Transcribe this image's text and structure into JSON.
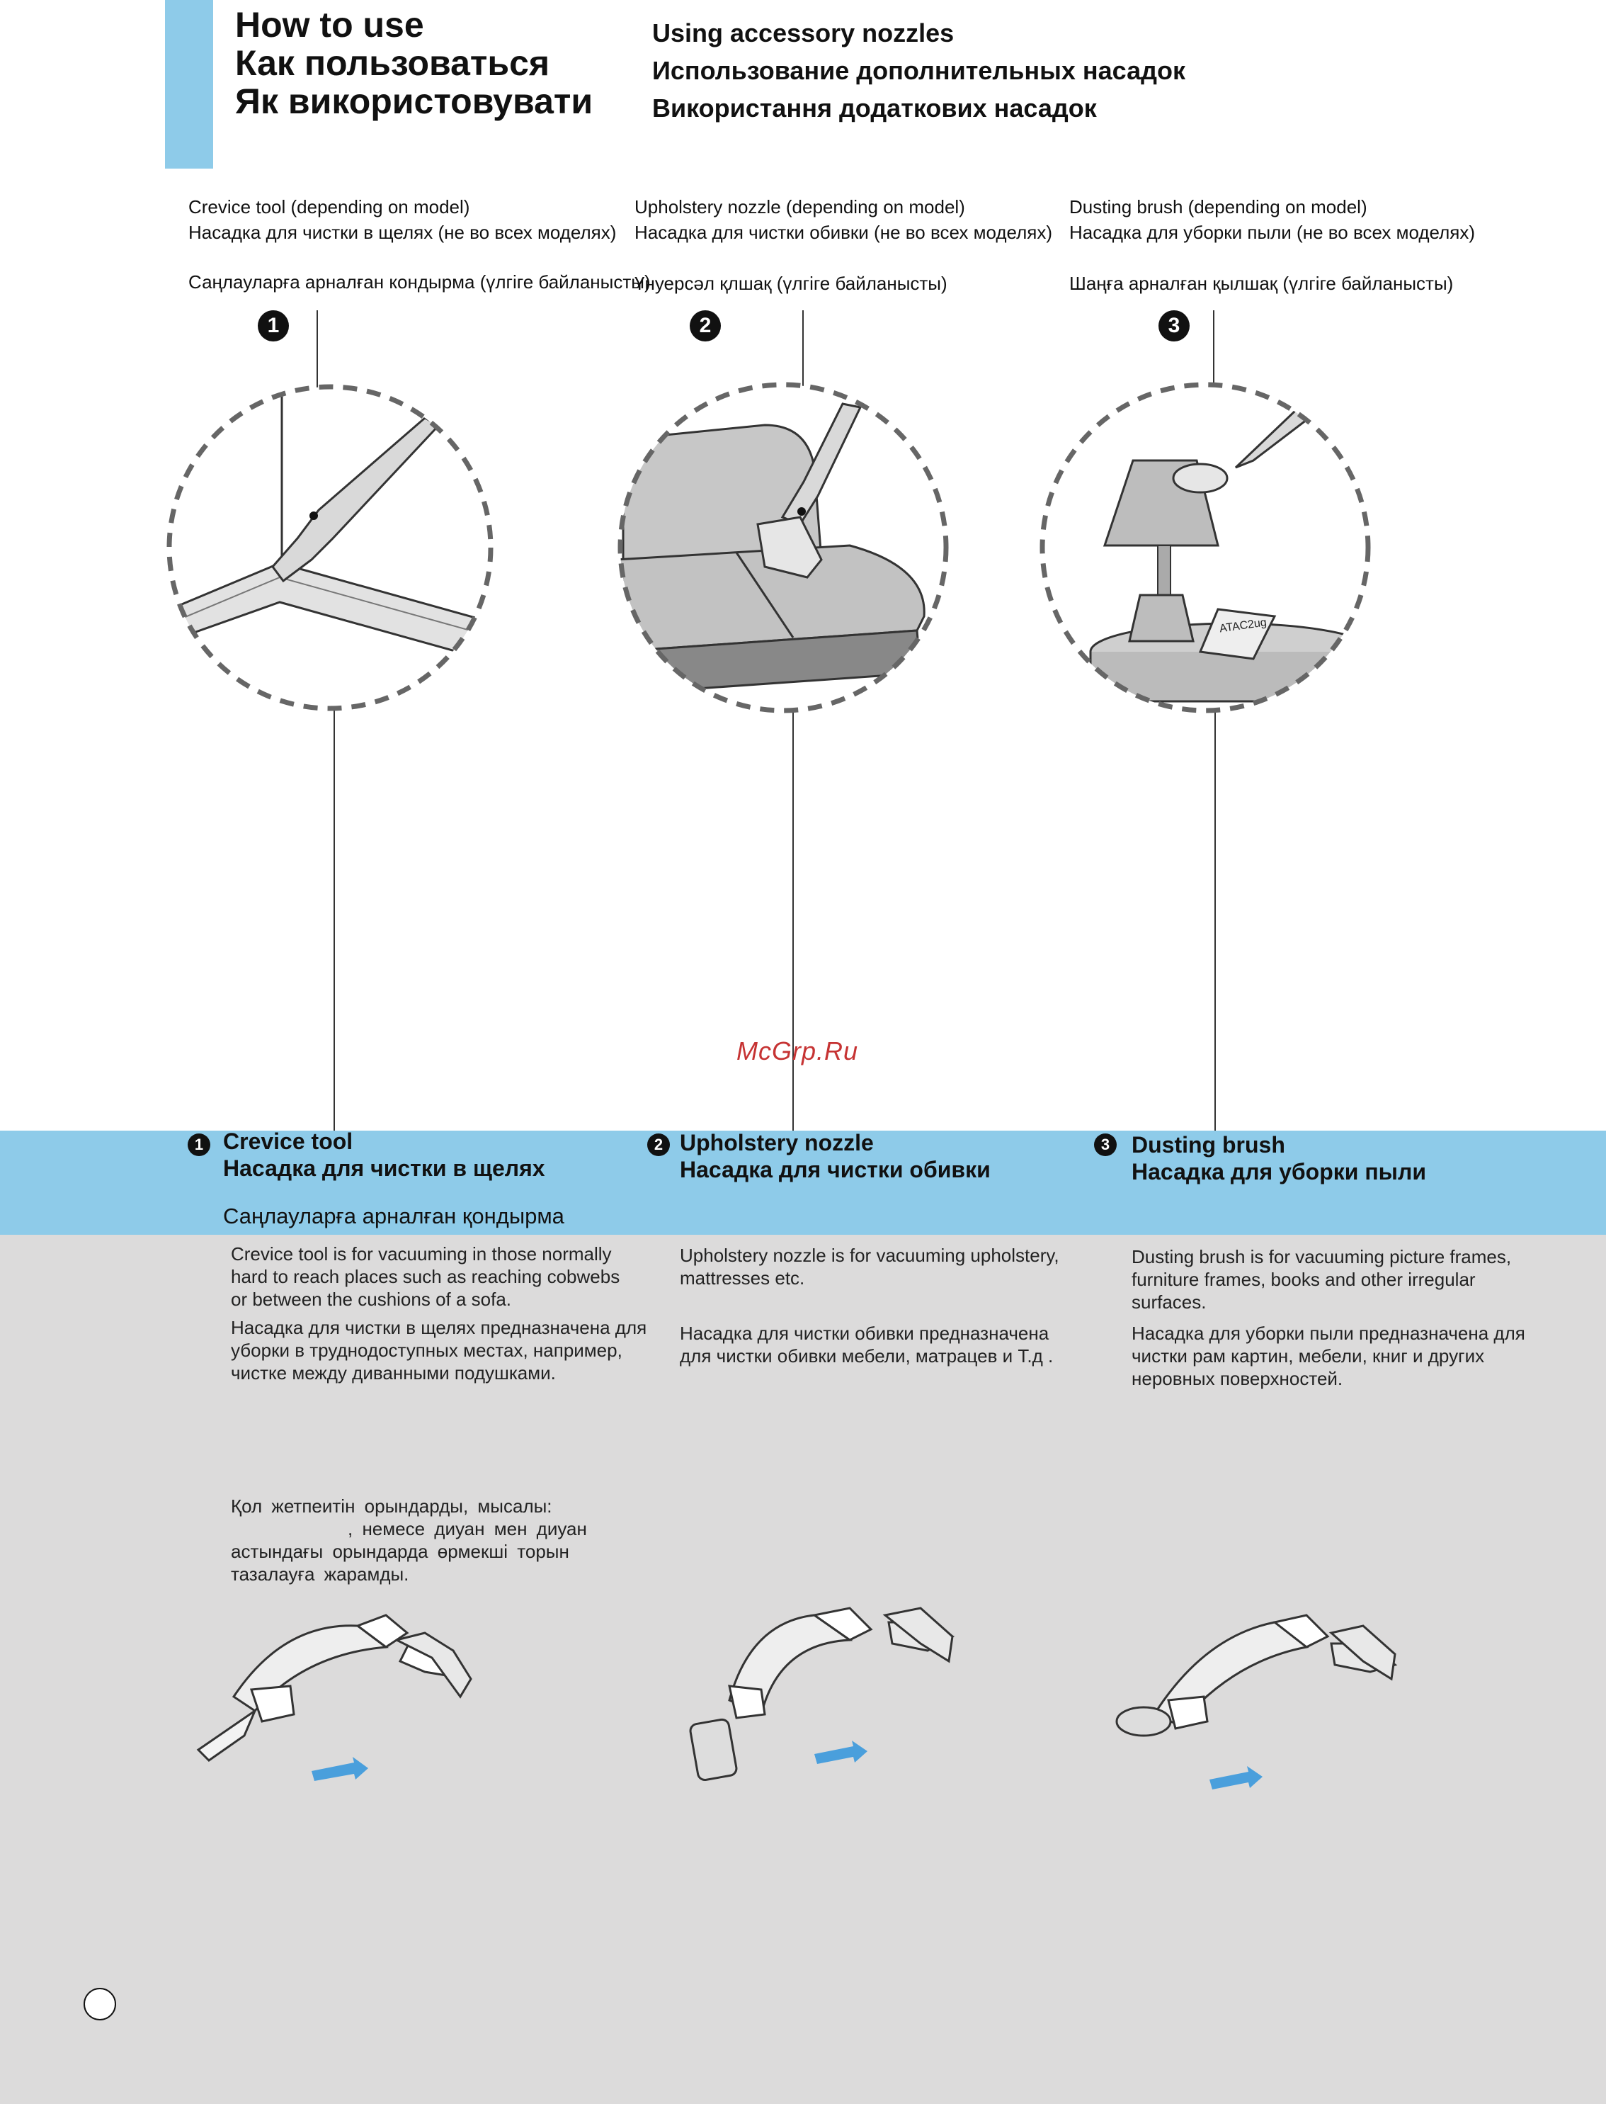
{
  "header": {
    "title_lines": [
      "How to use",
      "Как пользоваться",
      "Як використовувати"
    ],
    "subtitle_lines": [
      "Using accessory nozzles",
      "Использование дополнительных насадок",
      "Використання додаткових насадок"
    ]
  },
  "callouts": [
    {
      "number": "1",
      "label_en": "Crevice tool (depending on model)",
      "label_ru": "Насадка для чистки в щелях (не во всех моделях)",
      "label_kz": "Саңлауларға арналған кондырма (үлгіге байланысты)"
    },
    {
      "number": "2",
      "label_en": "Upholstery nozzle (depending on model)",
      "label_ru": "Насадка для чистки обивки (не во всех моделях)",
      "label_kz": "Үнуерсәл қлшақ (үлгіге байланысты)"
    },
    {
      "number": "3",
      "label_en": "Dusting brush (depending on model)",
      "label_ru": "Насадка для уборки пыли (не во всех моделях)",
      "label_kz": "Шаңға арналған қылшақ (үлгіге байланысты)"
    }
  ],
  "sections": [
    {
      "number": "1",
      "heading_en": "Crevice tool",
      "heading_ru": "Насадка для чистки в щелях",
      "heading_kz": "Саңлауларға арналған қондырма",
      "text_en": [
        "Crevice tool is for vacuuming in those normally",
        "hard to reach places such as reaching cobwebs",
        "or between the cushions of a sofa."
      ],
      "text_ru": [
        "Насадка для чистки в щелях предназначена для",
        "уборки в труднодоступных местах, например,",
        "чистке между диванными подушками."
      ],
      "text_kz": [
        "Қол жетпеитін орындарды, мысалы:",
        ", немесе диуан мен диуан",
        "астындағы орындарда өрмекші торын",
        "тазалауға жарамды."
      ]
    },
    {
      "number": "2",
      "heading_en": "Upholstery nozzle",
      "heading_ru": "Насадка для чистки обивки",
      "text_en": [
        "Upholstery nozzle is for vacuuming upholstery,",
        "mattresses etc."
      ],
      "text_ru": [
        "Насадка для чистки обивки предназначена",
        "для чистки обивки мебели, матрацев и Т.д ."
      ]
    },
    {
      "number": "3",
      "heading_en": "Dusting brush",
      "heading_ru": "Насадка для уборки пыли",
      "text_en": [
        "Dusting brush is for vacuuming picture frames,",
        "furniture frames, books and other irregular",
        "surfaces."
      ],
      "text_ru": [
        "Насадка для уборки пыли предназначена для",
        "чистки рам картин, мебели, книг и других",
        "неровных поверхностей."
      ]
    }
  ],
  "lamp_card_text": "ATAC2ug",
  "watermark": "McGrp.Ru",
  "colors": {
    "accent_blue": "#8ecbe9",
    "grey_panel": "#dcdbdb",
    "arrow_blue": "#4a9fdc"
  }
}
